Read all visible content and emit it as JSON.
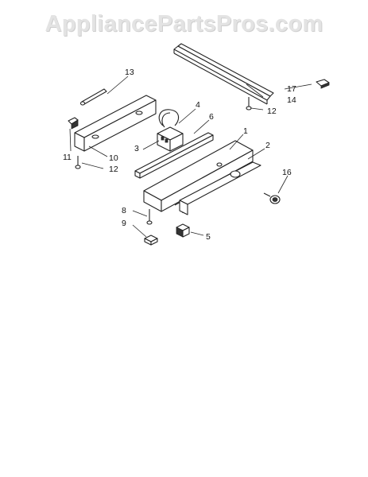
{
  "watermark": "AppliancePartsPros.com",
  "callouts": [
    {
      "id": "1",
      "label": "1"
    },
    {
      "id": "2",
      "label": "2"
    },
    {
      "id": "3",
      "label": "3"
    },
    {
      "id": "4",
      "label": "4"
    },
    {
      "id": "5",
      "label": "5"
    },
    {
      "id": "6",
      "label": "6"
    },
    {
      "id": "8",
      "label": "8"
    },
    {
      "id": "9",
      "label": "9"
    },
    {
      "id": "10",
      "label": "10"
    },
    {
      "id": "11",
      "label": "11"
    },
    {
      "id": "12a",
      "label": "12"
    },
    {
      "id": "12b",
      "label": "12"
    },
    {
      "id": "13",
      "label": "13"
    },
    {
      "id": "14",
      "label": "14"
    },
    {
      "id": "16",
      "label": "16"
    },
    {
      "id": "17",
      "label": "17"
    }
  ]
}
